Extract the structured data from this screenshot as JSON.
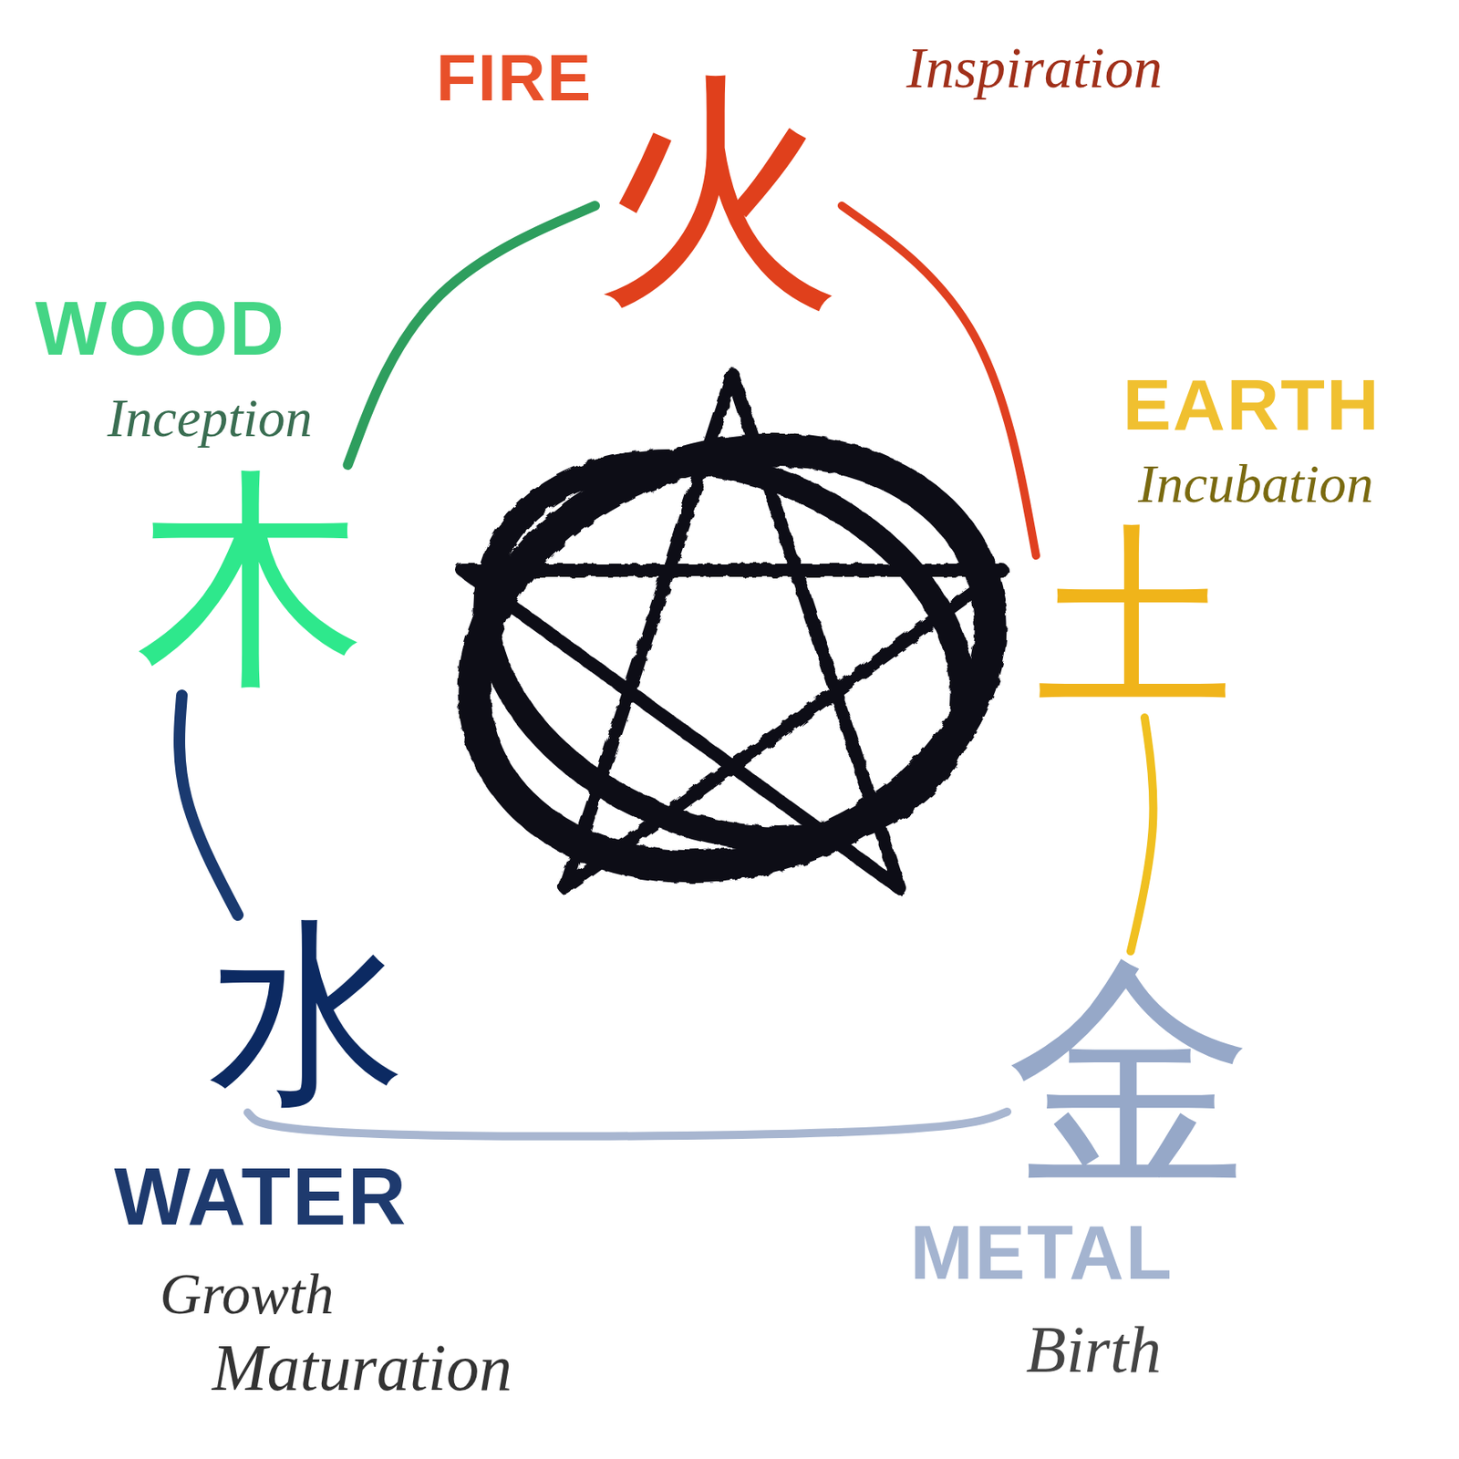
{
  "diagram": {
    "nodes": [
      {
        "text": [
          "火"
        ]
      },
      {
        "text": [
          "木"
        ]
      },
      {
        "text": [
          "土"
        ]
      },
      {
        "text": [
          "水"
        ]
      },
      {
        "text": [
          "金"
        ]
      }
    ],
    "edges": [
      {
        "from": 1,
        "to": 0,
        "arrow": "none"
      },
      {
        "from": 0,
        "to": 2,
        "arrow": "none"
      },
      {
        "from": 2,
        "to": 4,
        "arrow": "none"
      },
      {
        "from": 4,
        "to": 3,
        "arrow": "none"
      },
      {
        "from": 3,
        "to": 1,
        "arrow": "none"
      }
    ],
    "labels": [
      "FIRE",
      "Inspiration",
      "WOOD",
      "Inception",
      "EARTH",
      "Incubation",
      "WATER",
      "Growth",
      "Maturation",
      "METAL",
      "Birth"
    ]
  }
}
